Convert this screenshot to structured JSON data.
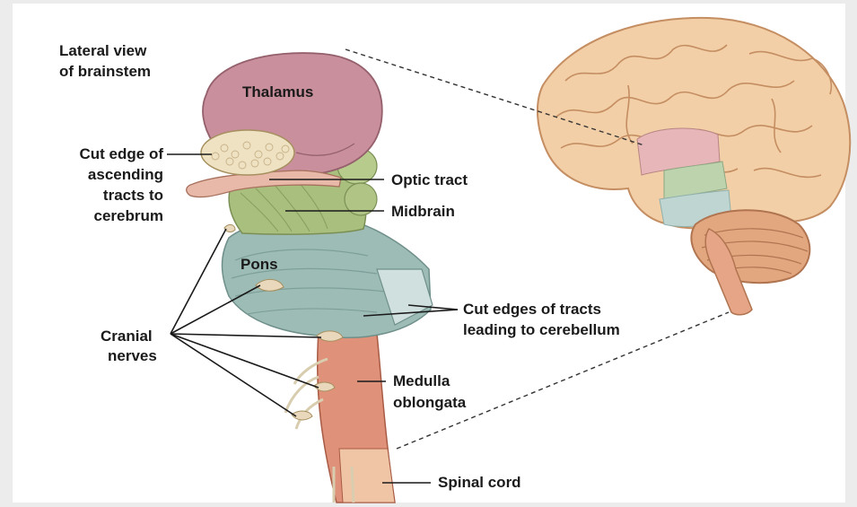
{
  "figure": {
    "title_line1": "Lateral view",
    "title_line2": "of brainstem"
  },
  "labels": {
    "thalamus": "Thalamus",
    "cut_edge_line1": "Cut edge of",
    "cut_edge_line2": "ascending",
    "cut_edge_line3": "tracts to",
    "cut_edge_line4": "cerebrum",
    "optic_tract": "Optic tract",
    "midbrain": "Midbrain",
    "pons": "Pons",
    "cut_edges_line1": "Cut edges of tracts",
    "cut_edges_line2": "leading to cerebellum",
    "cranial_line1": "Cranial",
    "cranial_line2": "nerves",
    "medulla_line1": "Medulla",
    "medulla_line2": "oblongata",
    "spinal_cord": "Spinal cord"
  },
  "colors": {
    "thalamus": "#c98f9c",
    "midbrain": "#a9bf7e",
    "pons": "#9dbcb6",
    "medulla": "#e0917a",
    "cerebrum": "#f2cfa6",
    "cerebellum": "#e3a77f"
  }
}
